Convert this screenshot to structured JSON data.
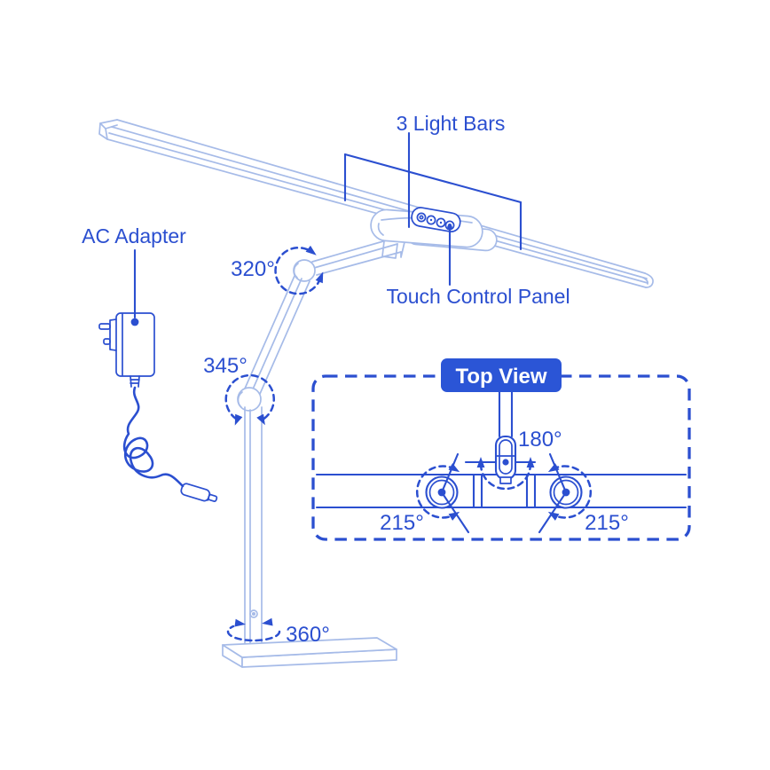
{
  "colors": {
    "background": "#ffffff",
    "label_blue": "#2b4fd0",
    "lamp_blue": "#a6bbe8",
    "badge_fill": "#2b55d6",
    "badge_text": "#ffffff"
  },
  "labels": {
    "light_bars": "3 Light Bars",
    "touch_control_panel": "Touch Control Panel",
    "ac_adapter": "AC Adapter"
  },
  "angles": {
    "upper_joint": "320°",
    "lower_joint": "345°",
    "base": "360°",
    "head_swivel": "180°",
    "left_bar": "215°",
    "right_bar": "215°"
  },
  "top_view": {
    "title": "Top View"
  }
}
